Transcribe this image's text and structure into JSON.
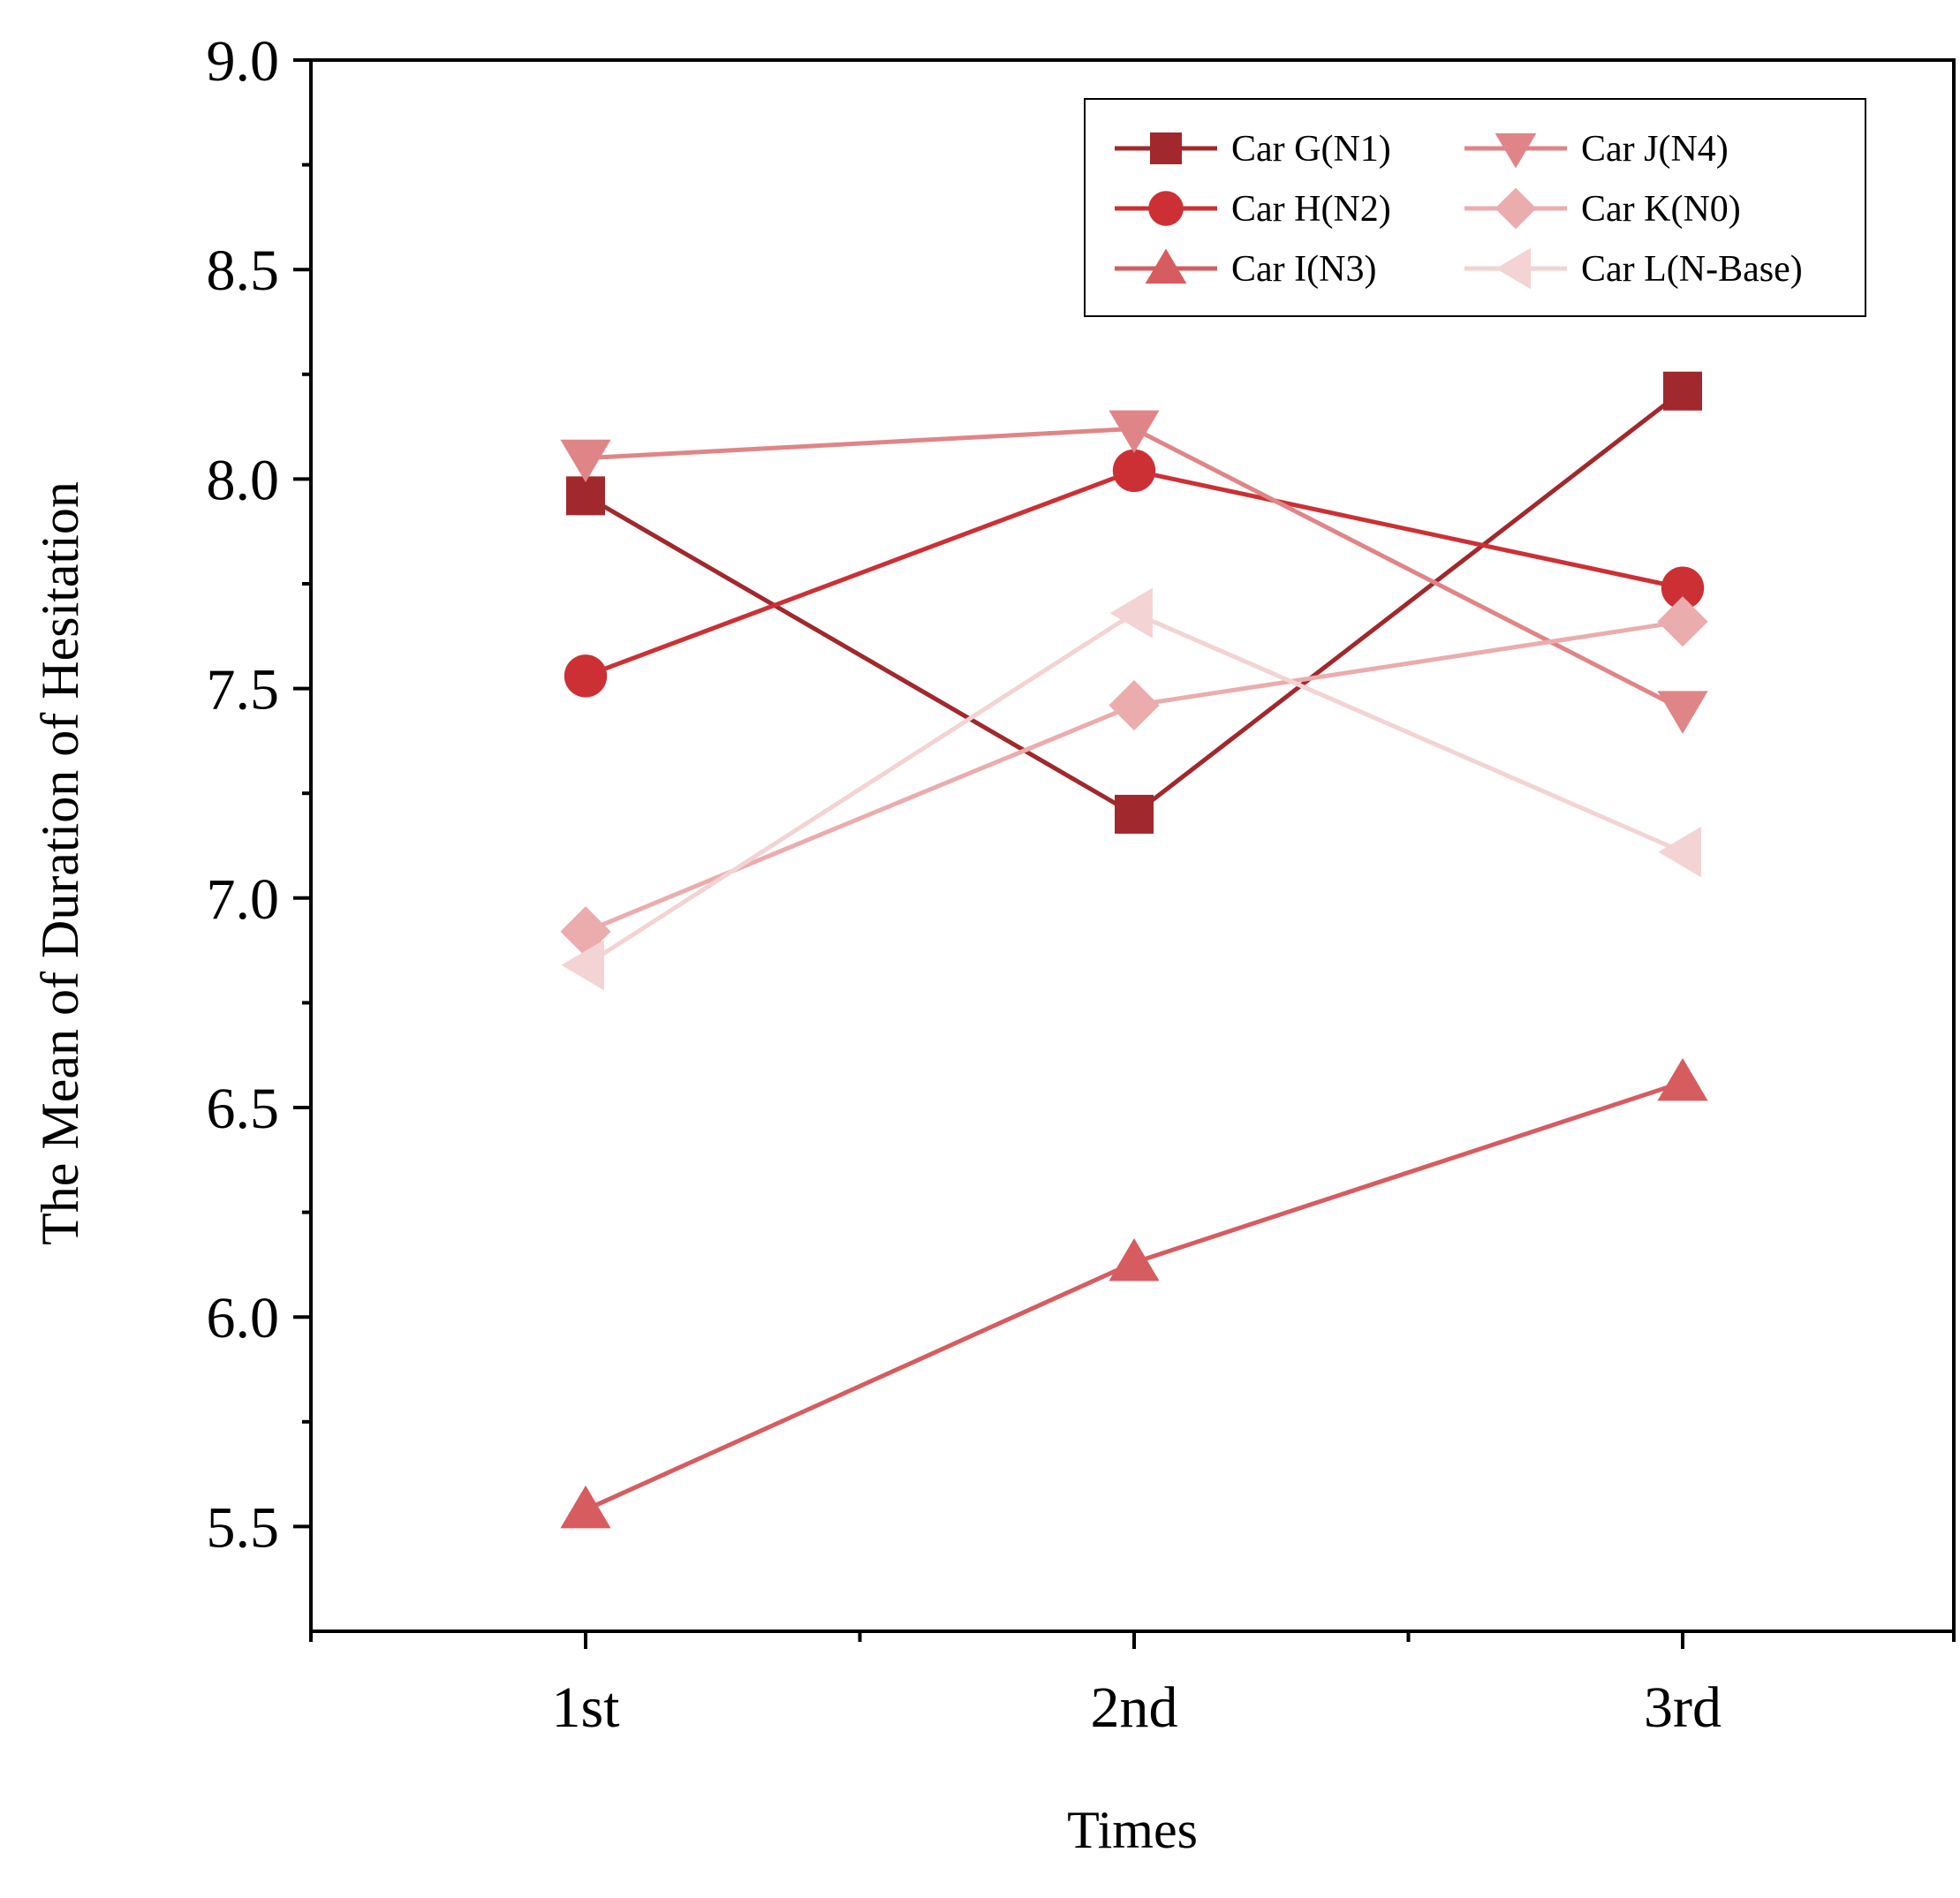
{
  "chart_data": {
    "type": "line",
    "title": "",
    "xlabel": "Times",
    "ylabel": "The Mean of Duration of Hesitation",
    "categories": [
      "1st",
      "2nd",
      "3rd"
    ],
    "ylim": [
      5.25,
      9.0
    ],
    "yticks": [
      "5.5",
      "6.0",
      "6.5",
      "7.0",
      "7.5",
      "8.0",
      "8.5",
      "9.0"
    ],
    "grid": false,
    "legend_position": "top-right",
    "series": [
      {
        "name": "Car G(N1)",
        "marker": "square",
        "color": "#a1282c",
        "values": [
          7.96,
          7.2,
          8.21
        ]
      },
      {
        "name": "Car H(N2)",
        "marker": "circle",
        "color": "#cc3035",
        "values": [
          7.53,
          8.02,
          7.74
        ]
      },
      {
        "name": "Car I(N3)",
        "marker": "triangle-up",
        "color": "#d75c5f",
        "values": [
          5.54,
          6.13,
          6.56
        ]
      },
      {
        "name": "Car J(N4)",
        "marker": "triangle-down",
        "color": "#e08587",
        "values": [
          8.05,
          8.12,
          7.45
        ]
      },
      {
        "name": "Car K(N0)",
        "marker": "diamond",
        "color": "#ebacad",
        "values": [
          6.92,
          7.46,
          7.66
        ]
      },
      {
        "name": "Car L(N-Base)",
        "marker": "triangle-left",
        "color": "#f3d3d3",
        "values": [
          6.84,
          7.68,
          7.11
        ]
      }
    ]
  }
}
